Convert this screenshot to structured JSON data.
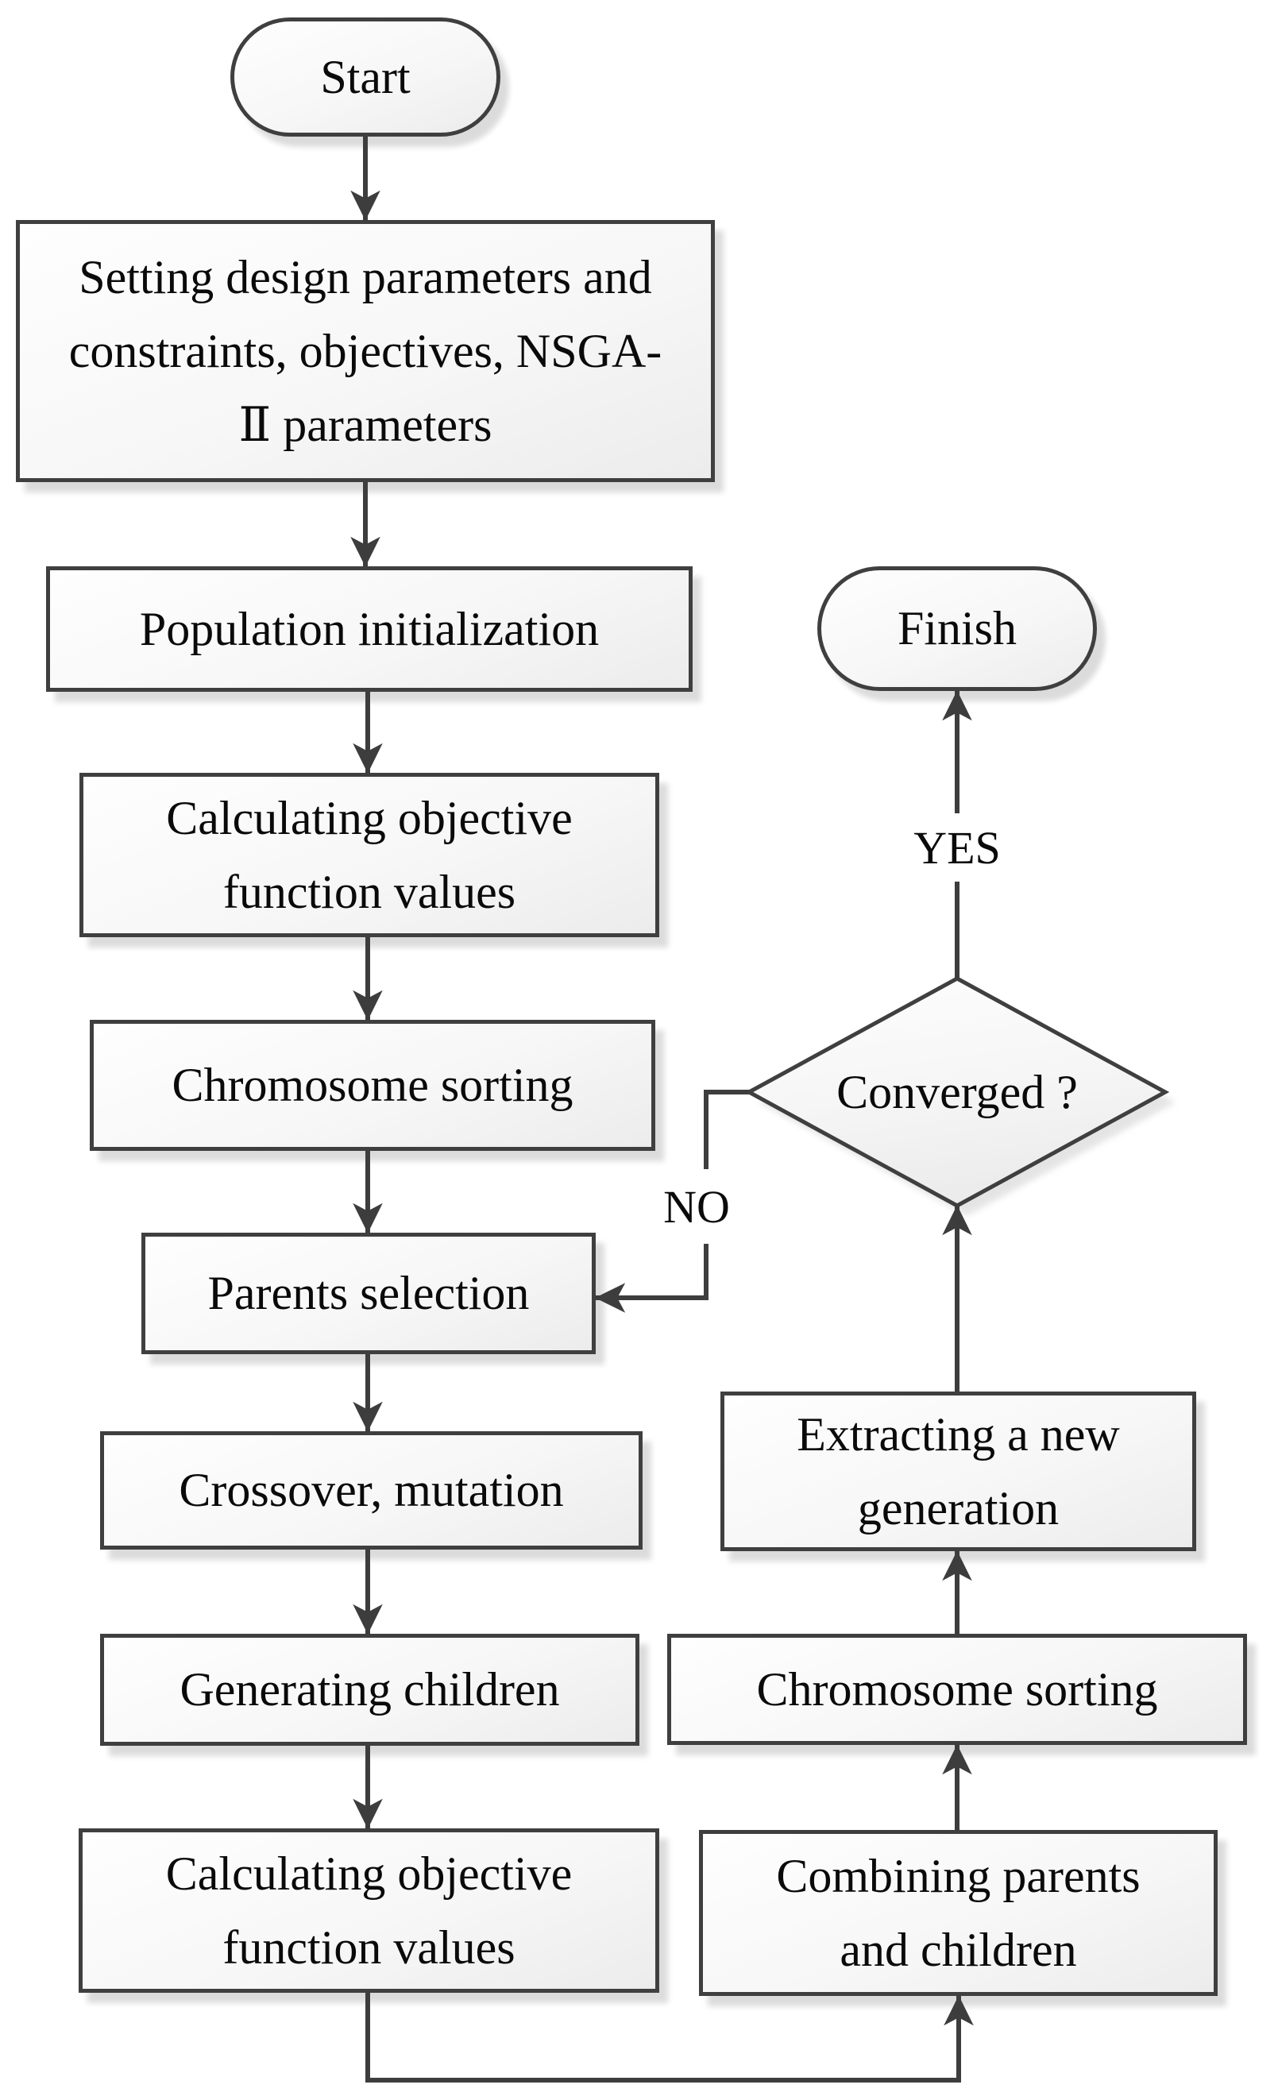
{
  "colors": {
    "stroke": "#3d3d3d",
    "node_border": "#3f3f3f",
    "node_fill_top": "#fdfdfd",
    "node_fill_bottom": "#ececec",
    "shadow": "rgba(0,0,0,0.14)",
    "text": "#0a0a0a",
    "background": "#ffffff"
  },
  "flowchart": {
    "nodes": {
      "start": {
        "label": "Start",
        "shape": "terminator"
      },
      "setting_parameters": {
        "label": "Setting design parameters and\nconstraints, objectives, NSGA-\nⅡ parameters",
        "shape": "process"
      },
      "population_init": {
        "label": "Population initialization",
        "shape": "process"
      },
      "calc_objective_1": {
        "label": "Calculating objective\nfunction values",
        "shape": "process"
      },
      "chromosome_sorting_1": {
        "label": "Chromosome sorting",
        "shape": "process"
      },
      "parents_selection": {
        "label": "Parents selection",
        "shape": "process"
      },
      "crossover_mutation": {
        "label": "Crossover, mutation",
        "shape": "process"
      },
      "generating_children": {
        "label": "Generating children",
        "shape": "process"
      },
      "calc_objective_2": {
        "label": "Calculating objective\nfunction values",
        "shape": "process"
      },
      "combining_parents_children": {
        "label": "Combining parents\nand children",
        "shape": "process"
      },
      "chromosome_sorting_2": {
        "label": "Chromosome sorting",
        "shape": "process"
      },
      "extracting_generation": {
        "label": "Extracting a new\ngeneration",
        "shape": "process"
      },
      "converged": {
        "label": "Converged ?",
        "shape": "decision"
      },
      "finish": {
        "label": "Finish",
        "shape": "terminator"
      }
    },
    "edge_labels": {
      "yes": "YES",
      "no": "NO"
    },
    "edges": [
      {
        "from": "start",
        "to": "setting_parameters",
        "label": ""
      },
      {
        "from": "setting_parameters",
        "to": "population_init",
        "label": ""
      },
      {
        "from": "population_init",
        "to": "calc_objective_1",
        "label": ""
      },
      {
        "from": "calc_objective_1",
        "to": "chromosome_sorting_1",
        "label": ""
      },
      {
        "from": "chromosome_sorting_1",
        "to": "parents_selection",
        "label": ""
      },
      {
        "from": "parents_selection",
        "to": "crossover_mutation",
        "label": ""
      },
      {
        "from": "crossover_mutation",
        "to": "generating_children",
        "label": ""
      },
      {
        "from": "generating_children",
        "to": "calc_objective_2",
        "label": ""
      },
      {
        "from": "calc_objective_2",
        "to": "combining_parents_children",
        "label": ""
      },
      {
        "from": "combining_parents_children",
        "to": "chromosome_sorting_2",
        "label": ""
      },
      {
        "from": "chromosome_sorting_2",
        "to": "extracting_generation",
        "label": ""
      },
      {
        "from": "extracting_generation",
        "to": "converged",
        "label": ""
      },
      {
        "from": "converged",
        "to": "finish",
        "label": "YES"
      },
      {
        "from": "converged",
        "to": "parents_selection",
        "label": "NO"
      }
    ]
  }
}
